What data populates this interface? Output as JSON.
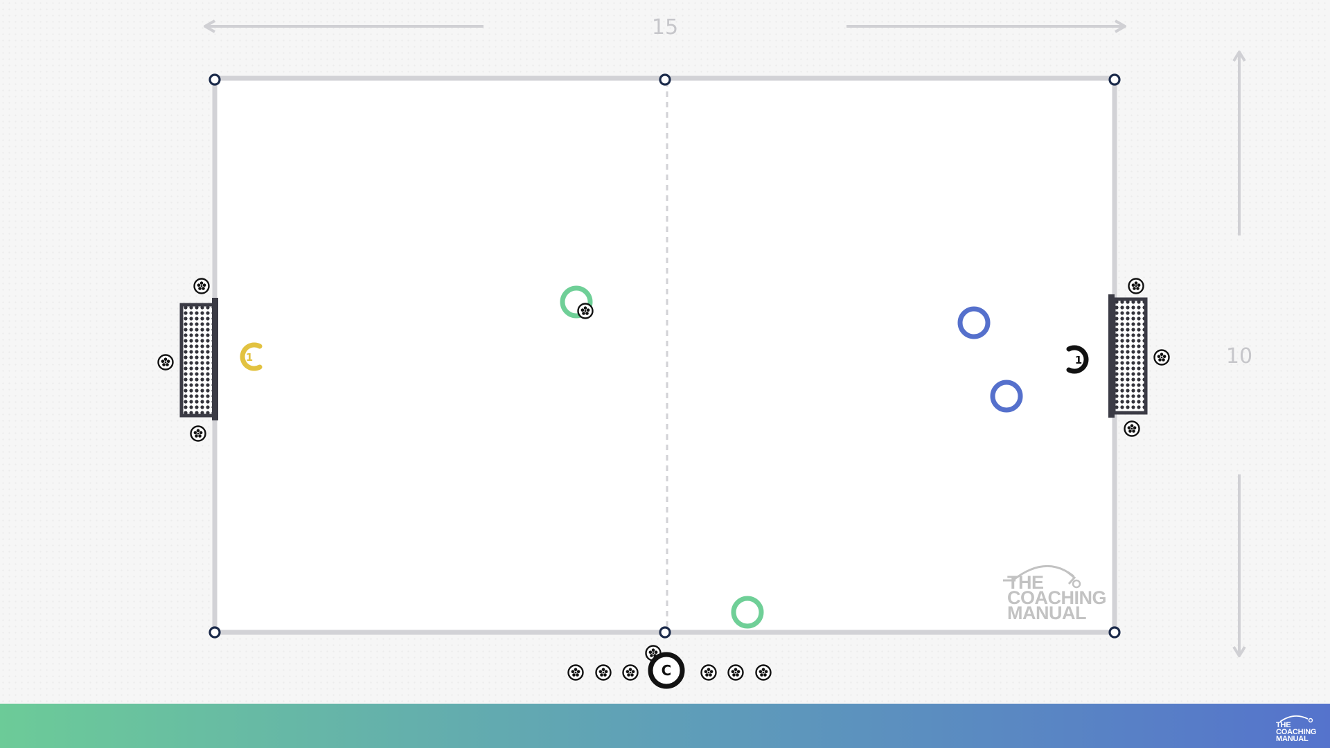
{
  "dimensions": {
    "length": "15",
    "width": "10"
  },
  "players": [
    {
      "number": "1",
      "team": "yellow",
      "color": "#e2c240",
      "role": "goalkeeper"
    },
    {
      "number": "1",
      "team": "black",
      "color": "#121212",
      "role": "goalkeeper"
    }
  ],
  "coach": {
    "label": "C",
    "color": "#121212"
  },
  "team_colors": {
    "green": "#6fcf97",
    "blue": "#5570cc",
    "yellow": "#e2c240",
    "black": "#121212"
  },
  "pitch": {
    "line_color": "#d2d2d6",
    "corner_color": "#1b2a4a",
    "goal_color": "#3b3b45"
  },
  "watermark": {
    "line1": "THE",
    "line2": "COACHING",
    "line3": "MANUAL"
  },
  "footer": {
    "gradient": [
      "#6ccb98",
      "#5573cc"
    ],
    "logo": {
      "line1": "THE",
      "line2": "COACHING",
      "line3": "MANUAL"
    }
  }
}
